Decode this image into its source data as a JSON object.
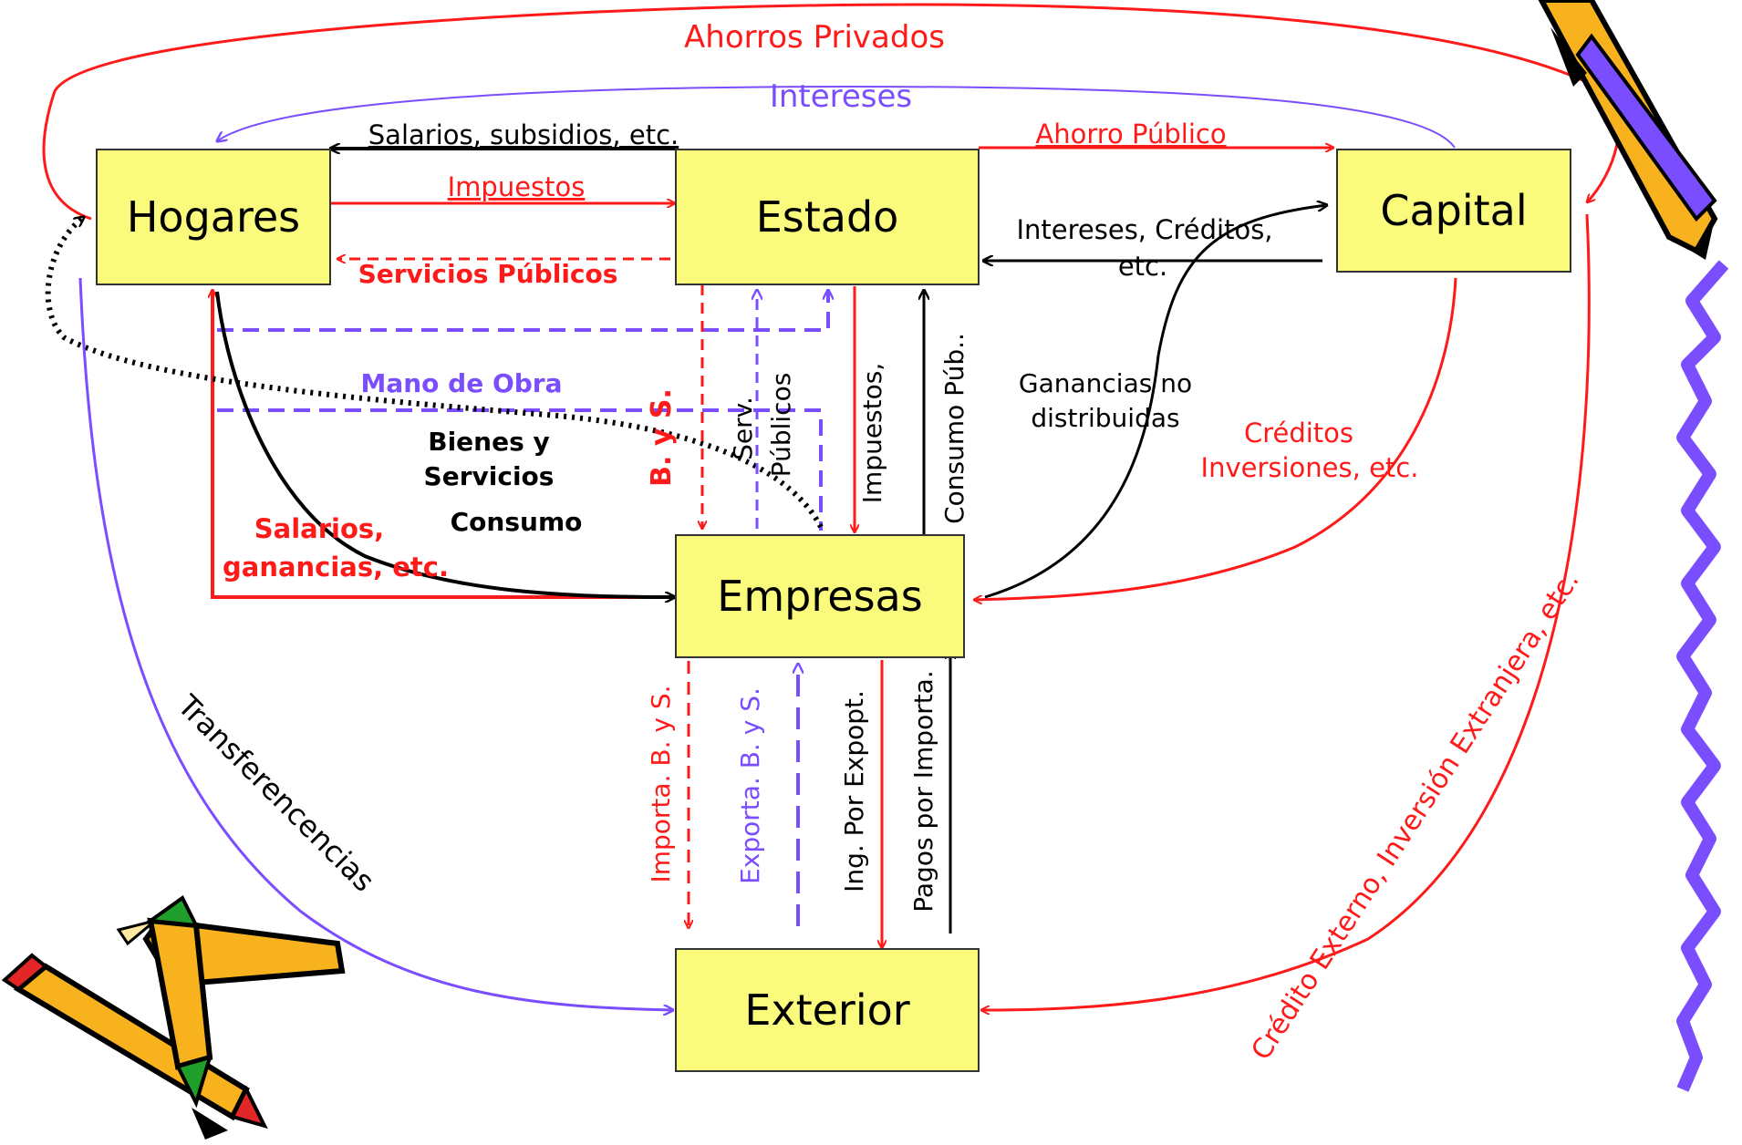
{
  "colors": {
    "box_fill": "#fafa7c",
    "red": "#ff1a1a",
    "purple": "#7a4dff",
    "black": "#000000",
    "pencil_yellow": "#f7b21e",
    "pencil_green": "#1f9e2a"
  },
  "nodes": {
    "hogares": "Hogares",
    "estado": "Estado",
    "capital": "Capital",
    "empresas": "Empresas",
    "exterior": "Exterior"
  },
  "labels": {
    "ahorros_privados": "Ahorros Privados",
    "intereses": "Intereses",
    "salarios_subsidios": "Salarios, subsidios, etc.",
    "ahorro_publico": "Ahorro Público",
    "impuestos_top": "Impuestos",
    "servicios_publicos": "Servicios Públicos",
    "intereses_creditos": "Intereses, Créditos,",
    "intereses_creditos_etc": "etc.",
    "mano_de_obra": "Mano de Obra",
    "bienes_servicios_1": "Bienes y",
    "bienes_servicios_2": "Servicios",
    "consumo": "Consumo",
    "salarios_ganancias_1": "Salarios,",
    "salarios_ganancias_2": "ganancias, etc.",
    "b_y_s": "B. y S.",
    "serv": "Serv.",
    "publicos": "Públicos",
    "impuestos_vertical": "Impuestos,",
    "consumo_pub": "Consumo Púb..",
    "ganancias_1": "Ganancias no",
    "ganancias_2": "distribuidas",
    "creditos_1": "Créditos",
    "creditos_2": "Inversiones, etc.",
    "importa_bys": "Importa. B. y S.",
    "exporta_bys": "Exporta. B. y S.",
    "ing_export": "Ing. Por Expopt.",
    "pagos_import": "Pagos por Importa.",
    "transferencias": "Transferencencias",
    "credito_externo": "Crédito Externo, Inversión Extranjera, etc."
  },
  "icons": {
    "pencil_top_right": "pencil-icon",
    "pencils_bottom_left": "crossed-pencils-icon",
    "squiggle_right": "squiggle-line-decoration"
  }
}
